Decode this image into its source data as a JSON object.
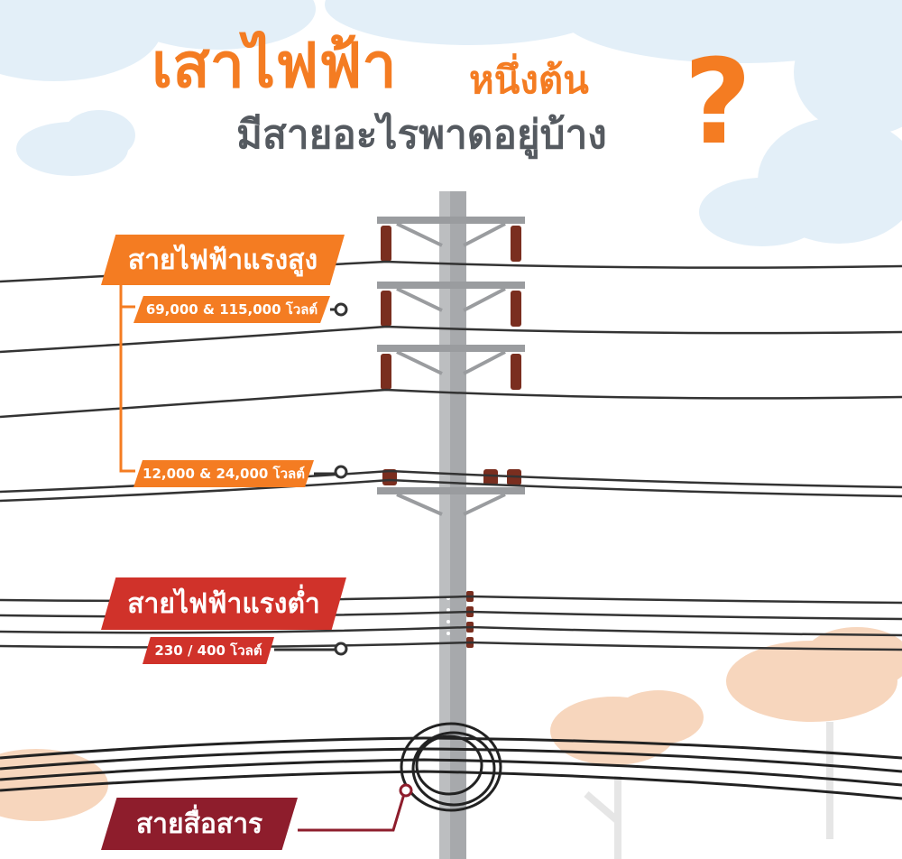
{
  "title": {
    "main": "เสาไฟฟ้า",
    "secondary": "หนึ่งต้น",
    "line2": "มีสายอะไรพาดอยู่บ้าง",
    "question_mark": "?"
  },
  "labels": {
    "high_voltage": "สายไฟฟ้าแรงสูง",
    "hv_transmission": "69,000 & 115,000 โวลต์",
    "hv_distribution": "12,000 & 24,000 โวลต์",
    "low_voltage": "สายไฟฟ้าแรงต่ำ",
    "lv_value": "230 / 400 โวลต์",
    "communication": "สายสื่อสาร"
  },
  "colors": {
    "orange": "#f47c22",
    "red": "#d0322a",
    "maroon": "#8e1d2c",
    "pole": "#a7a9ac",
    "wire": "#333333",
    "insulator": "#7a2e1f",
    "cloud": "#d8eaf6",
    "tree": "#f6d3b8"
  }
}
